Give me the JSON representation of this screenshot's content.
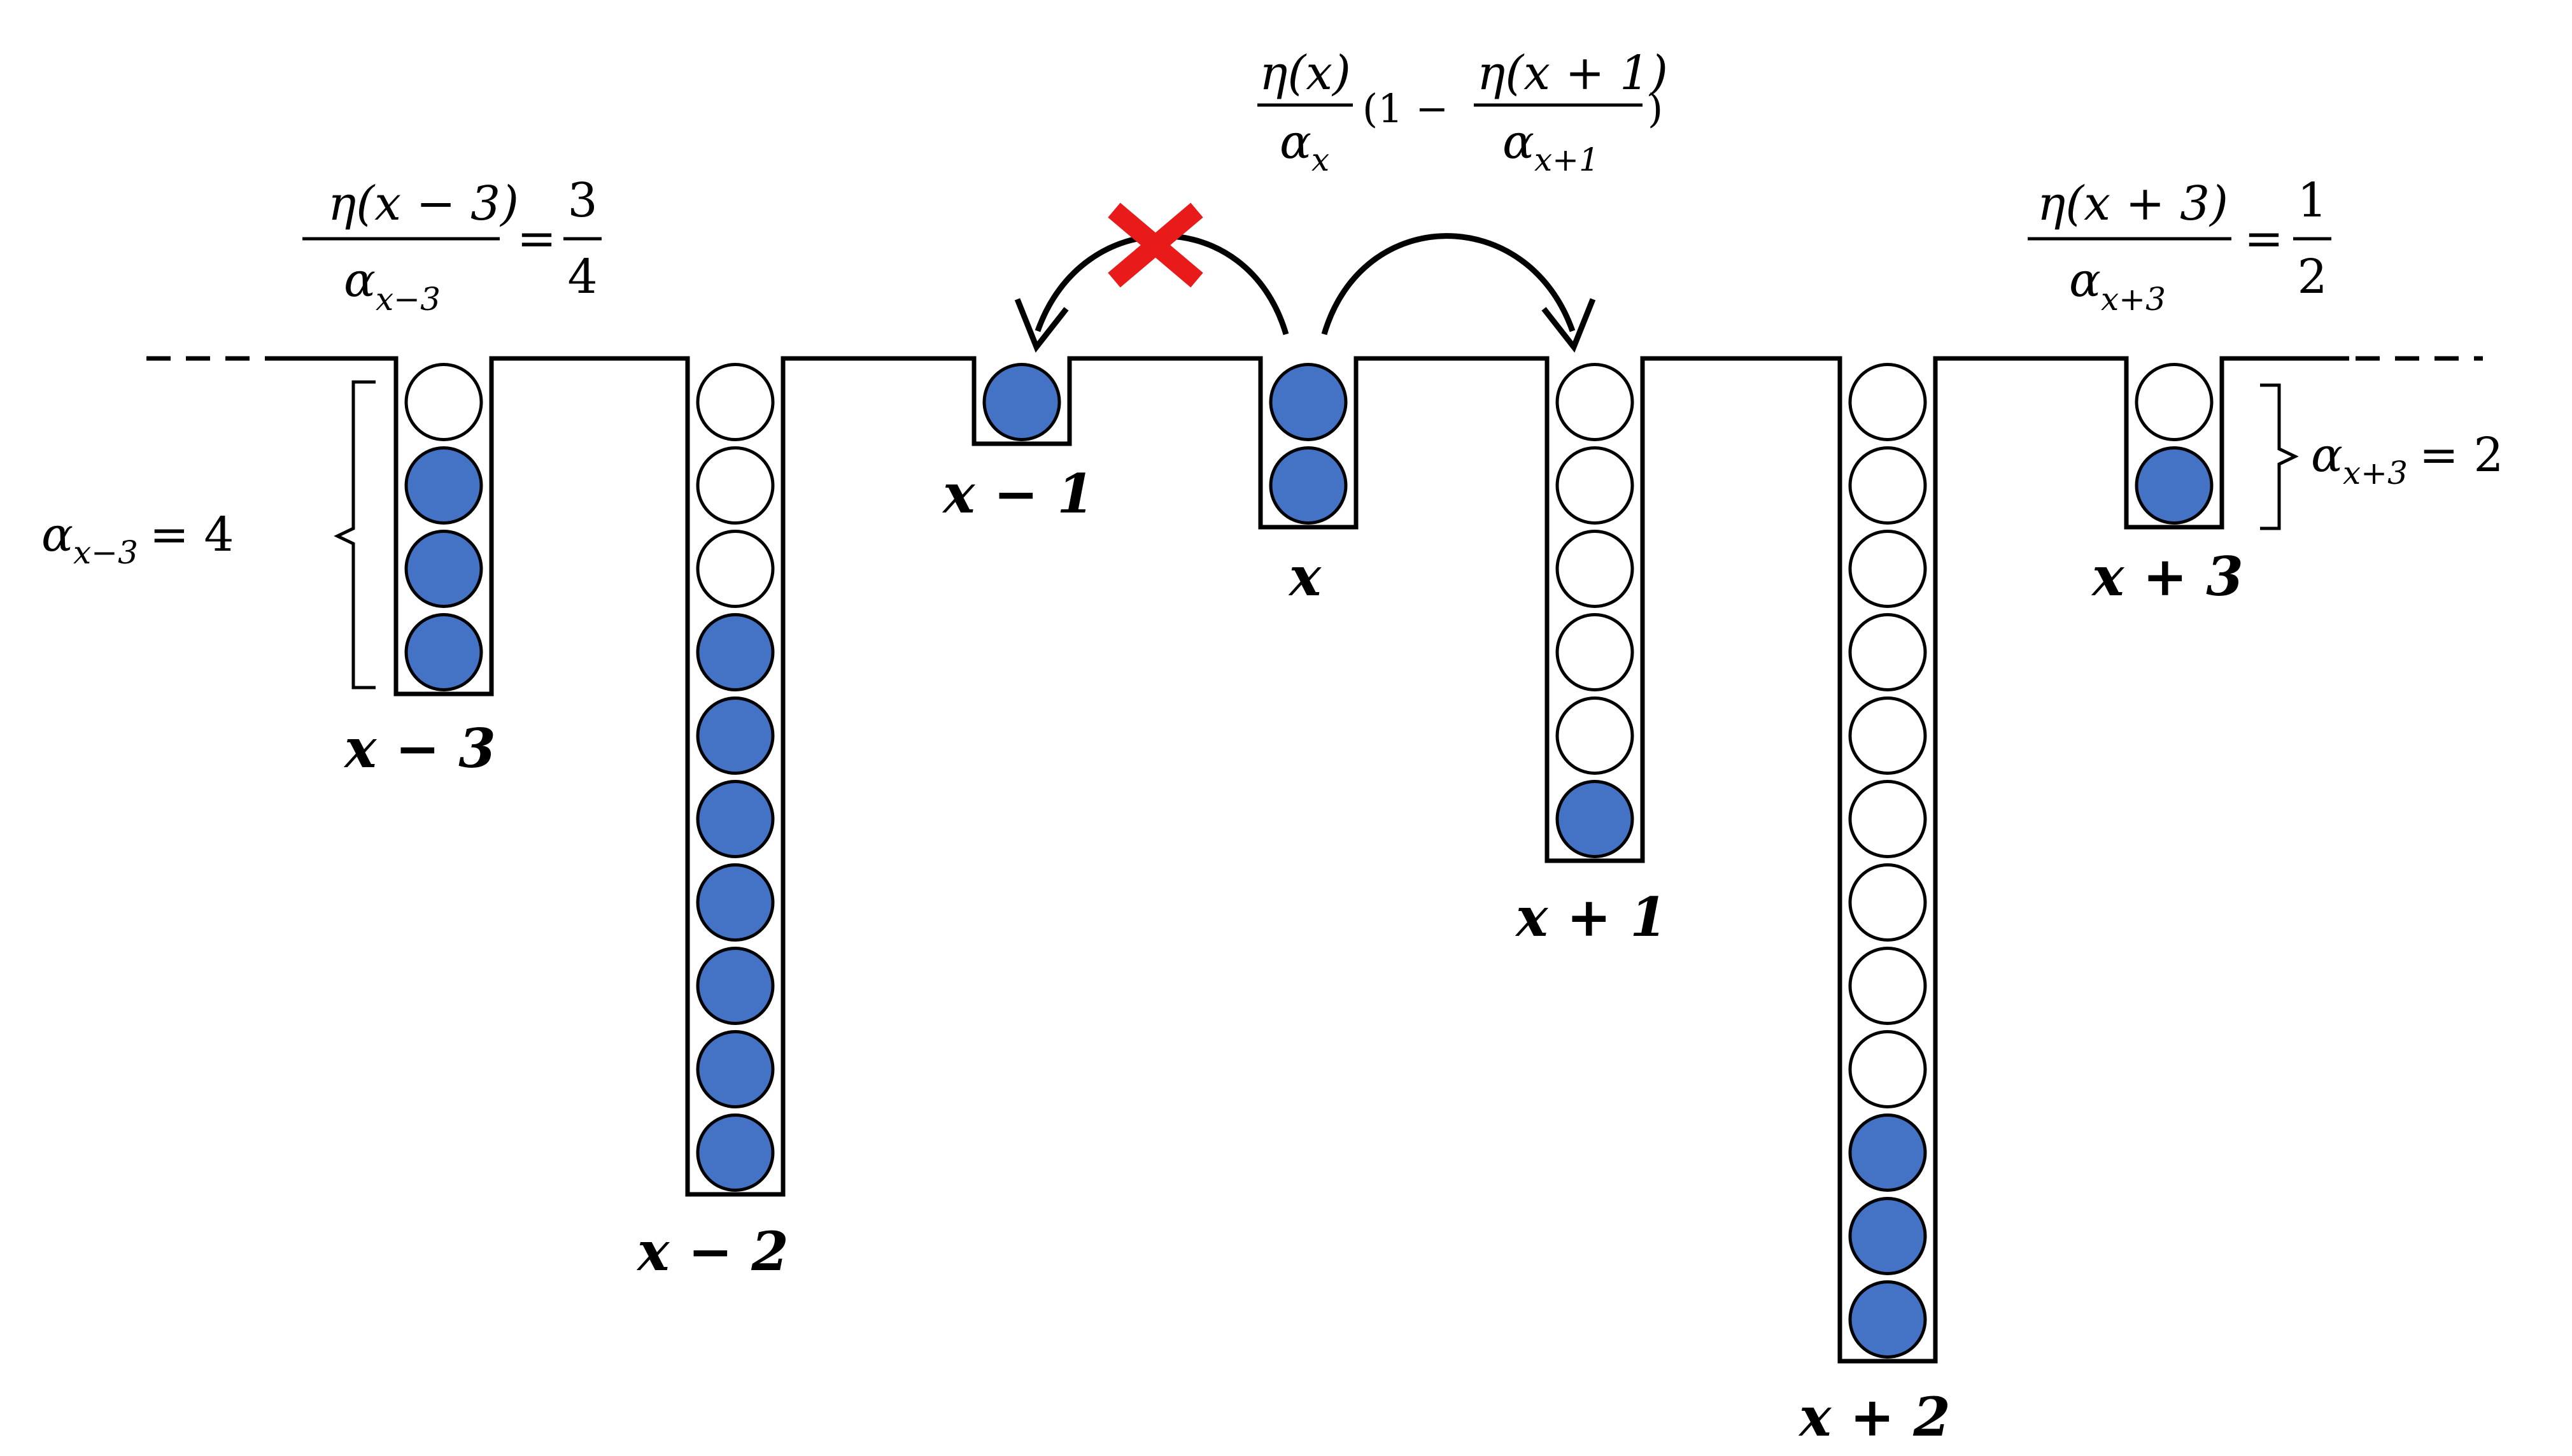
{
  "diagram": {
    "particle_color": "#4472C4",
    "forbidden_mark_color": "#E81A1A",
    "sites": [
      {
        "label": "x − 3",
        "capacity": 4,
        "occupied": 3
      },
      {
        "label": "x − 2",
        "capacity": 10,
        "occupied": 7
      },
      {
        "label": "x − 1",
        "capacity": 1,
        "occupied": 1
      },
      {
        "label": "x",
        "capacity": 2,
        "occupied": 2
      },
      {
        "label": "x + 1",
        "capacity": 6,
        "occupied": 1
      },
      {
        "label": "x + 2",
        "capacity": 12,
        "occupied": 3
      },
      {
        "label": "x + 3",
        "capacity": 2,
        "occupied": 1
      }
    ],
    "annotations": {
      "left_ratio": {
        "numerator": "η(x − 3)",
        "denominator_main": "α",
        "denominator_sub": "x−3",
        "value_num": "3",
        "value_den": "4"
      },
      "right_ratio": {
        "numerator": "η(x + 3)",
        "denominator_main": "α",
        "denominator_sub": "x+3",
        "value_num": "1",
        "value_den": "2"
      },
      "rate": {
        "frac1_num": "η(x)",
        "frac1_den_main": "α",
        "frac1_den_sub": "x",
        "paren_open": "(1 −",
        "frac2_num": "η(x + 1)",
        "frac2_den_main": "α",
        "frac2_den_sub": "x+1",
        "paren_close": ")"
      },
      "left_capacity": {
        "main": "α",
        "sub": "x−3",
        "value": "= 4"
      },
      "right_capacity": {
        "main": "α",
        "sub": "x+3",
        "value": "= 2"
      }
    }
  }
}
